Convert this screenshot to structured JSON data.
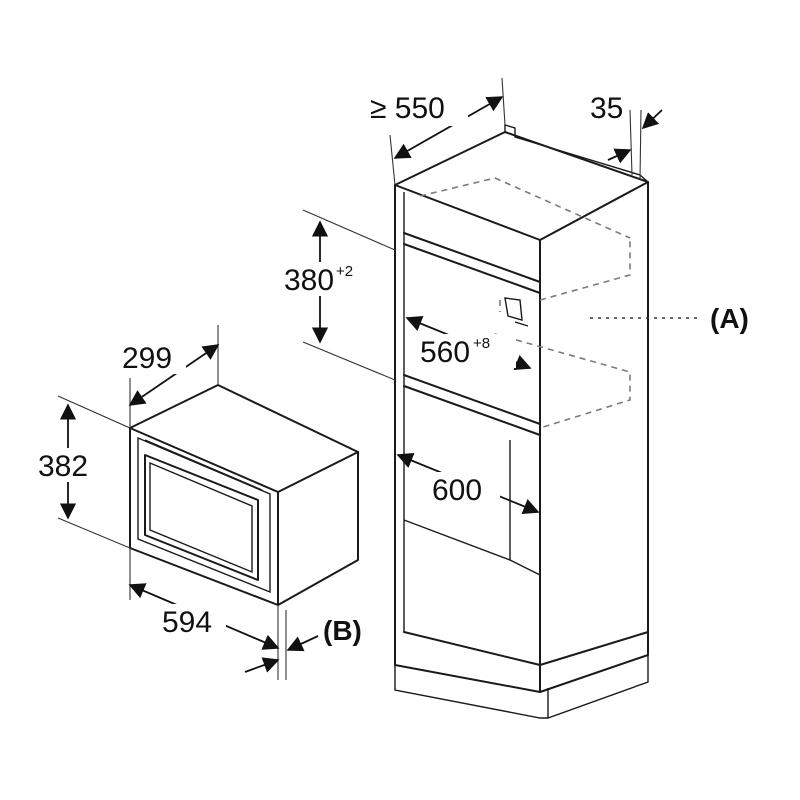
{
  "dimensions": {
    "depth_min": {
      "value": "≥ 550"
    },
    "side_gap": {
      "value": "35"
    },
    "niche_height": {
      "value": "380",
      "tolerance": "+2"
    },
    "niche_width": {
      "value": "560",
      "tolerance": "+8"
    },
    "cabinet_width": {
      "value": "600"
    },
    "appliance_depth": {
      "value": "299"
    },
    "appliance_height": {
      "value": "382"
    },
    "appliance_width": {
      "value": "594"
    }
  },
  "callouts": {
    "a": "(A)",
    "b": "(B)"
  }
}
